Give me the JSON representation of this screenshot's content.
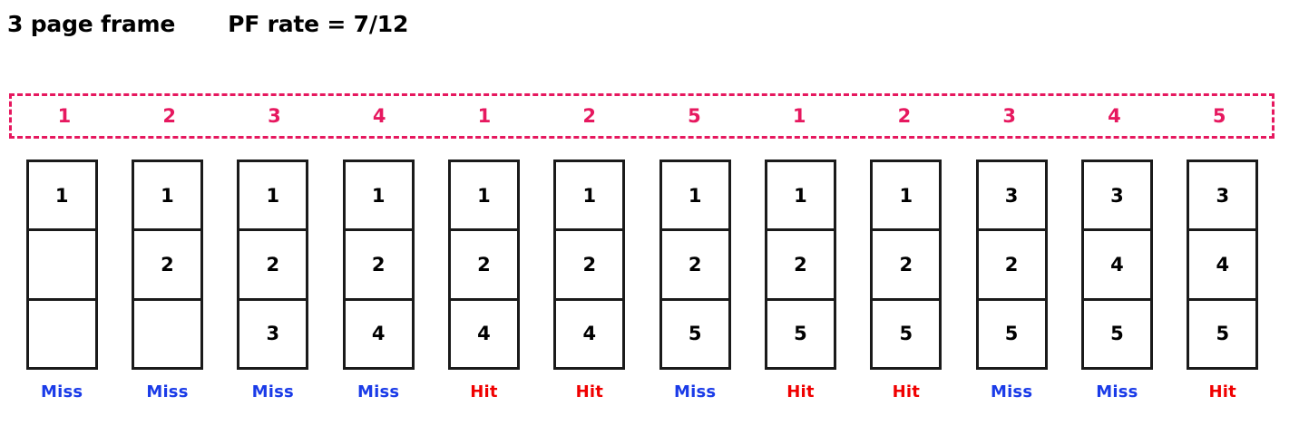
{
  "header": {
    "frame_count_label": "3 page frame",
    "pf_rate_label": "PF rate = 7/12"
  },
  "reference_string": {
    "values": [
      "1",
      "2",
      "3",
      "4",
      "1",
      "2",
      "5",
      "1",
      "2",
      "3",
      "4",
      "5"
    ]
  },
  "columns": [
    {
      "frames": [
        "1",
        "",
        ""
      ],
      "status": "Miss"
    },
    {
      "frames": [
        "1",
        "2",
        ""
      ],
      "status": "Miss"
    },
    {
      "frames": [
        "1",
        "2",
        "3"
      ],
      "status": "Miss"
    },
    {
      "frames": [
        "1",
        "2",
        "4"
      ],
      "status": "Miss"
    },
    {
      "frames": [
        "1",
        "2",
        "4"
      ],
      "status": "Hit"
    },
    {
      "frames": [
        "1",
        "2",
        "4"
      ],
      "status": "Hit"
    },
    {
      "frames": [
        "1",
        "2",
        "5"
      ],
      "status": "Miss"
    },
    {
      "frames": [
        "1",
        "2",
        "5"
      ],
      "status": "Hit"
    },
    {
      "frames": [
        "1",
        "2",
        "5"
      ],
      "status": "Hit"
    },
    {
      "frames": [
        "3",
        "2",
        "5"
      ],
      "status": "Miss"
    },
    {
      "frames": [
        "3",
        "4",
        "5"
      ],
      "status": "Miss"
    },
    {
      "frames": [
        "3",
        "4",
        "5"
      ],
      "status": "Hit"
    }
  ],
  "colors": {
    "reference": "#e6185f",
    "miss": "#1a3be8",
    "hit": "#f00000",
    "frame_border": "#1a1a1a",
    "text": "#000000"
  },
  "chart_data": {
    "type": "table",
    "title": "3 page frame",
    "annotation": "PF rate = 7/12",
    "reference_string": [
      "1",
      "2",
      "3",
      "4",
      "1",
      "2",
      "5",
      "1",
      "2",
      "3",
      "4",
      "5"
    ],
    "frames_per_column": 3,
    "frame_states": [
      [
        "1",
        "",
        ""
      ],
      [
        "1",
        "2",
        ""
      ],
      [
        "1",
        "2",
        "3"
      ],
      [
        "1",
        "2",
        "4"
      ],
      [
        "1",
        "2",
        "4"
      ],
      [
        "1",
        "2",
        "4"
      ],
      [
        "1",
        "2",
        "5"
      ],
      [
        "1",
        "2",
        "5"
      ],
      [
        "1",
        "2",
        "5"
      ],
      [
        "3",
        "2",
        "5"
      ],
      [
        "3",
        "4",
        "5"
      ],
      [
        "3",
        "4",
        "5"
      ]
    ],
    "statuses": [
      "Miss",
      "Miss",
      "Miss",
      "Miss",
      "Hit",
      "Hit",
      "Miss",
      "Hit",
      "Hit",
      "Miss",
      "Miss",
      "Hit"
    ],
    "miss_count": 7,
    "total_references": 12
  }
}
